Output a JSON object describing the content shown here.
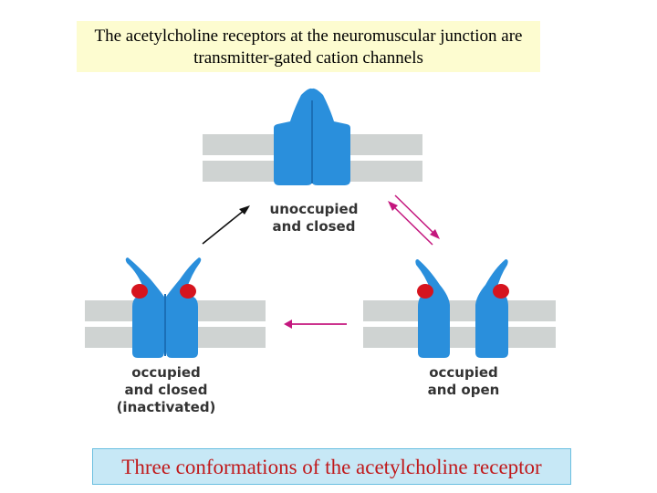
{
  "title": {
    "line1": "The acetylcholine receptors at the neuromuscular junction are",
    "line2": "transmitter-gated cation channels"
  },
  "states": {
    "top": {
      "line1": "unoccupied",
      "line2": "and closed"
    },
    "left": {
      "line1": "occupied",
      "line2": "and closed",
      "line3": "(inactivated)"
    },
    "right": {
      "line1": "occupied",
      "line2": "and open"
    }
  },
  "caption": "Three conformations of the acetylcholine receptor",
  "colors": {
    "receptor": "#2a8fdc",
    "receptor_dark": "#1b6fb6",
    "ligand": "#d6141e",
    "membrane": "#cfd3d2",
    "arrow_magenta": "#c4177e",
    "arrow_black": "#111111",
    "caption_text": "#c0191b",
    "title_bg": "#fdfcd0",
    "caption_bg": "#c7e8f6"
  }
}
